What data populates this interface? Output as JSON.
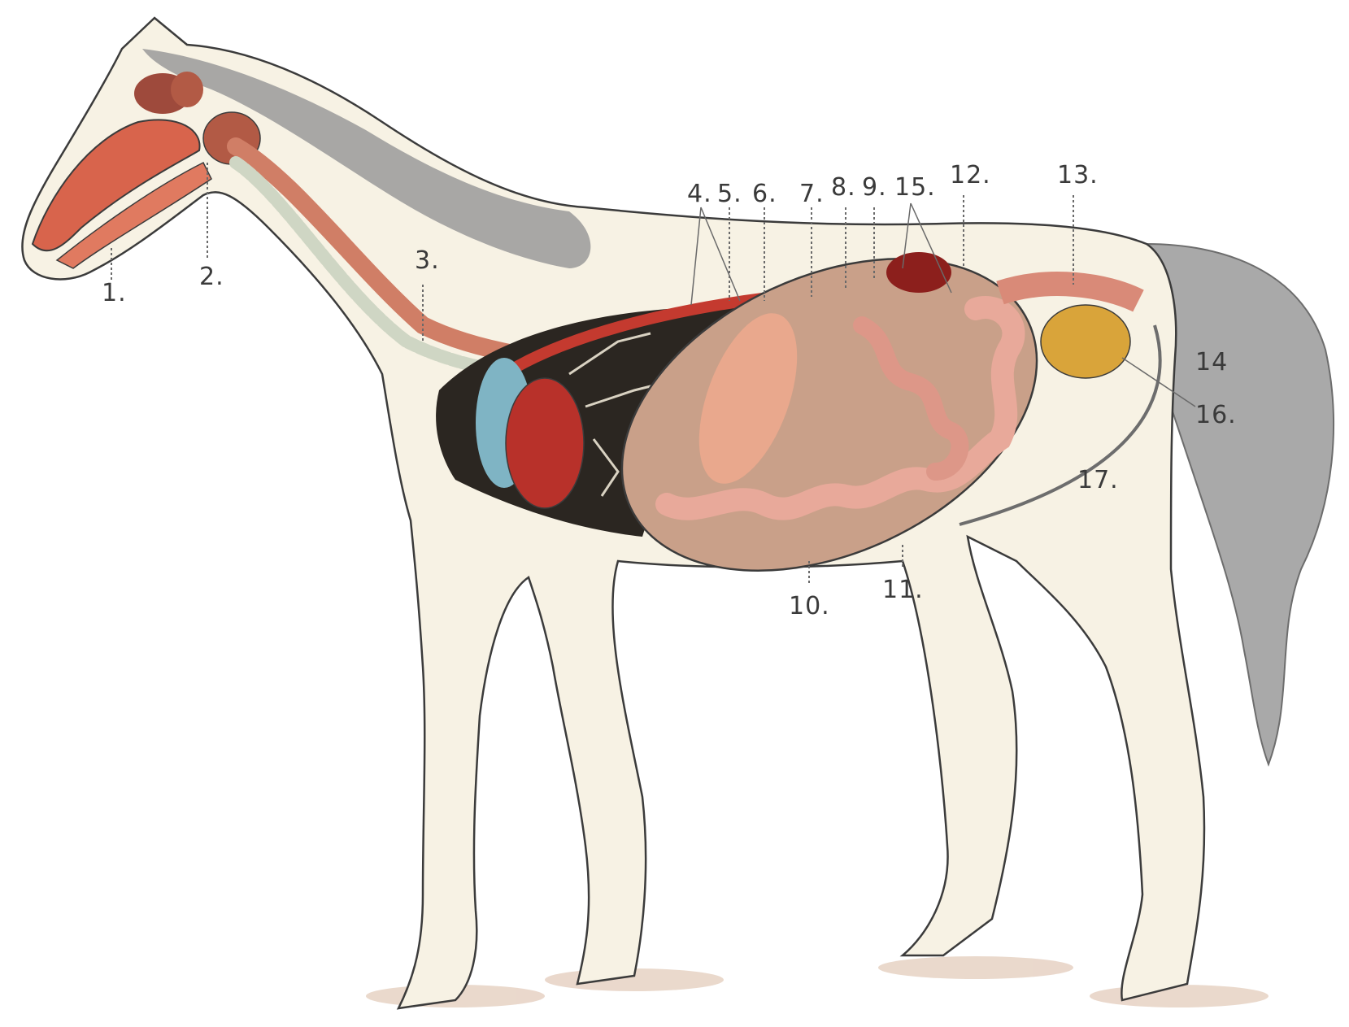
{
  "diagram": {
    "colors": {
      "body": "#f7f2e4",
      "outline": "#3b3b3b",
      "mane": "#8f8f8f",
      "cavity": "#2b2621",
      "intestine": "#e8a99a",
      "heart": "#b8312a",
      "artery": "#c43a2f",
      "lung_blue": "#7fb4c4",
      "bladder": "#d9a43a"
    },
    "labels": [
      {
        "id": "1",
        "text": "1."
      },
      {
        "id": "2",
        "text": "2."
      },
      {
        "id": "3",
        "text": "3."
      },
      {
        "id": "4",
        "text": "4."
      },
      {
        "id": "5",
        "text": "5."
      },
      {
        "id": "6",
        "text": "6."
      },
      {
        "id": "7",
        "text": "7."
      },
      {
        "id": "8",
        "text": "8."
      },
      {
        "id": "9",
        "text": "9."
      },
      {
        "id": "15",
        "text": "15."
      },
      {
        "id": "12",
        "text": "12."
      },
      {
        "id": "13",
        "text": "13."
      },
      {
        "id": "14",
        "text": "14"
      },
      {
        "id": "16",
        "text": "16."
      },
      {
        "id": "17",
        "text": "17."
      },
      {
        "id": "10",
        "text": "10."
      },
      {
        "id": "11",
        "text": "11."
      }
    ]
  }
}
